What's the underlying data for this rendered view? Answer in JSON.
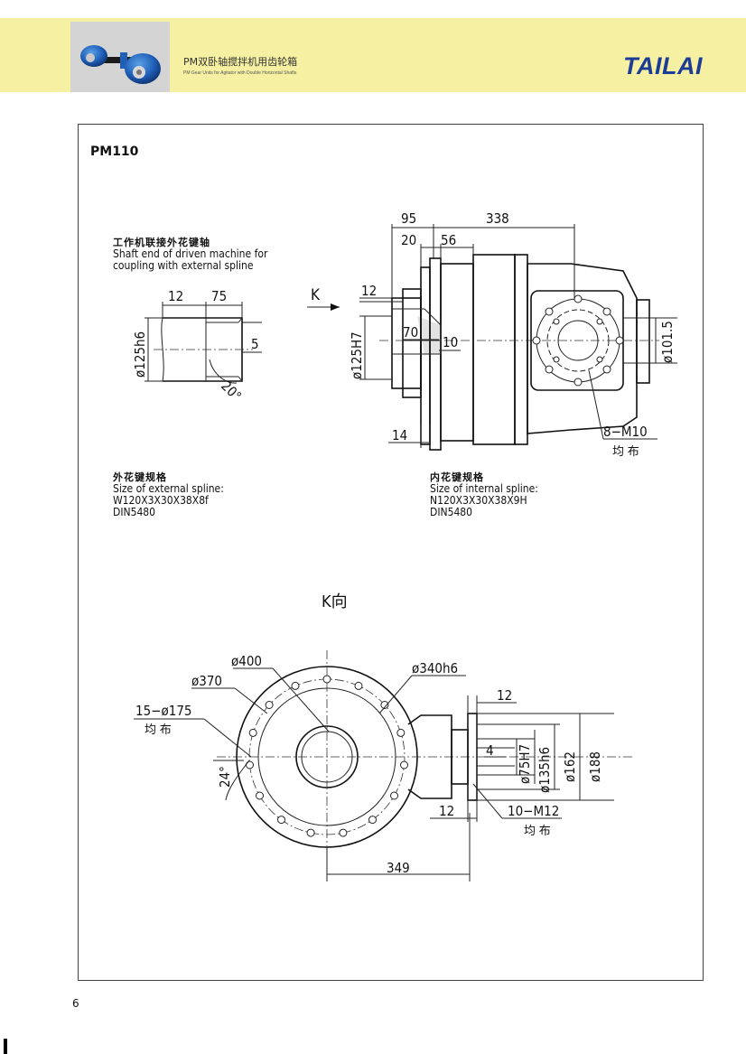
{
  "header": {
    "title": "PM双卧轴搅拌机用齿轮箱",
    "subtitle": "PM Gear Units for Agitator with Double Horizontal Shafts",
    "brand": "TAILAI",
    "band_color": "#f6f1a2",
    "brand_color": "#1d3c96"
  },
  "model": "PM110",
  "notes": {
    "shaft_end_zh": "工作机联接外花键轴",
    "shaft_end_en_1": "Shaft end of driven machine for",
    "shaft_end_en_2": "coupling with external spline",
    "ext_spline_zh": "外花键规格",
    "ext_spline_en": "Size of external spline:",
    "ext_spline_spec": "W120X3X30X38X8f",
    "ext_spline_std": "DIN5480",
    "int_spline_zh": "内花键规格",
    "int_spline_en": "Size of internal spline:",
    "int_spline_spec": "N120X3X30X38X9H",
    "int_spline_std": "DIN5480"
  },
  "dims_shaft": {
    "d12": "12",
    "d75": "75",
    "d5": "5",
    "dia125h6": "ø125h6",
    "ang20": "20°"
  },
  "dims_side": {
    "k_arrow": "K",
    "d95": "95",
    "d338": "338",
    "d20": "20",
    "d56": "56",
    "d12": "12",
    "d70": "70",
    "d10": "10",
    "d14": "14",
    "dia125H7": "ø125H7",
    "dia101_5": "ø101.5",
    "m10": "8−M10",
    "m10_even": "均 布"
  },
  "dims_k": {
    "view_label": "K向",
    "dia400": "ø400",
    "dia370": "ø370",
    "dia340h6": "ø340h6",
    "holes175": "15−ø175",
    "holes175_even": "均 布",
    "ang24": "24°",
    "d12_top": "12",
    "d4": "4",
    "dia75H7": "ø75H7",
    "dia135h6": "ø135h6",
    "dia162": "ø162",
    "dia188": "ø188",
    "d12_bottom": "12",
    "m12": "10−M12",
    "m12_even": "均 布",
    "d349": "349"
  },
  "page_number": "6"
}
